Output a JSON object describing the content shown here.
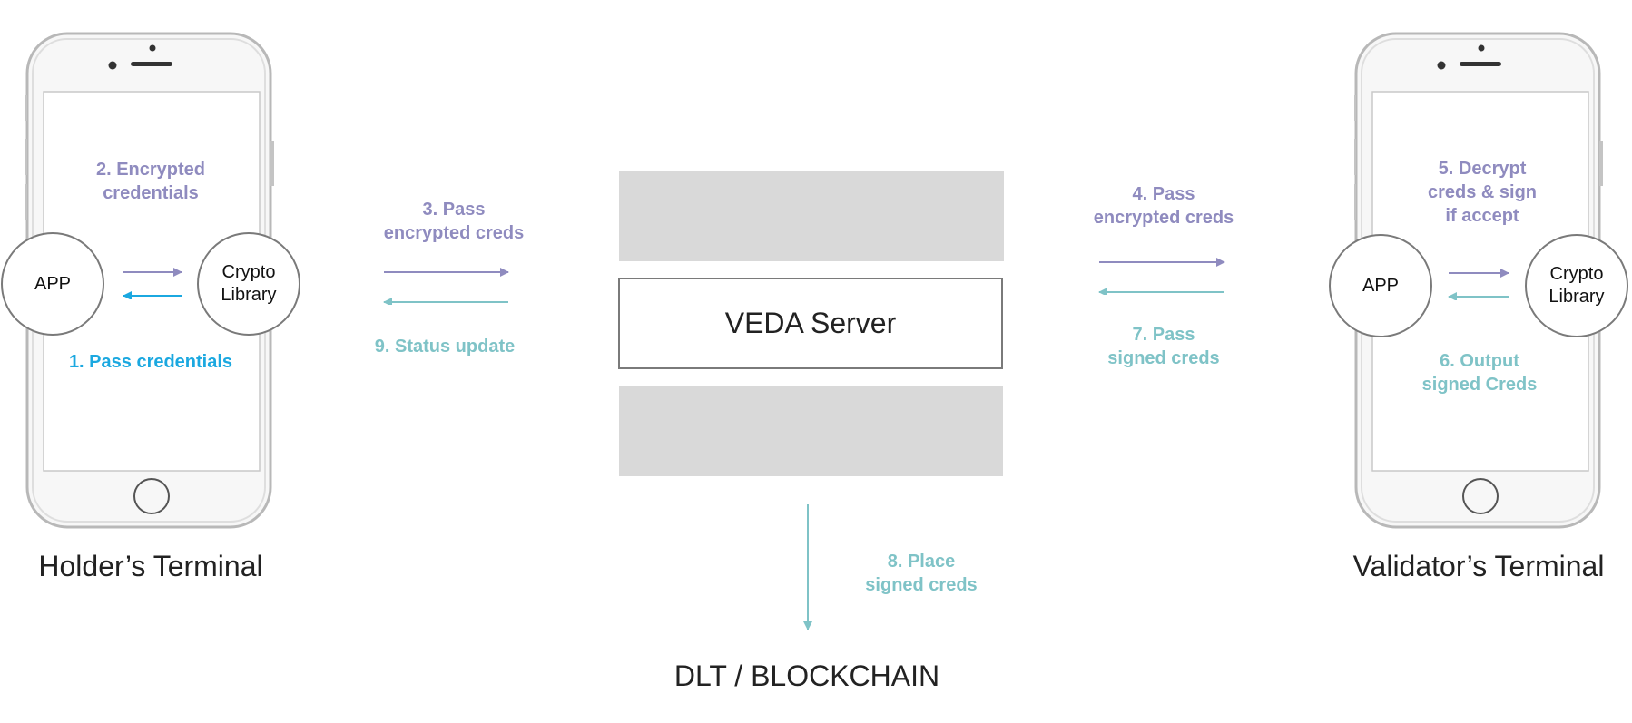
{
  "colors": {
    "purple": "#8f8bbf",
    "teal": "#7fc3c7",
    "blue": "#1ba8e0",
    "border": "#7a7a7a",
    "server_bar": "#d9d9d9"
  },
  "holder": {
    "app_label": "APP",
    "crypto_label": "Crypto\nLibrary",
    "step_encrypted": "2. Encrypted\ncredentials",
    "step_pass": "1. Pass credentials",
    "terminal_label": "Holder’s Terminal"
  },
  "left_link": {
    "step_pass_encrypted": "3. Pass\nencrypted creds",
    "step_status": "9. Status update"
  },
  "server": {
    "label": "VEDA Server"
  },
  "right_link": {
    "step_pass_encrypted": "4. Pass\nencrypted creds",
    "step_pass_signed": "7. Pass\nsigned creds"
  },
  "validator": {
    "app_label": "APP",
    "crypto_label": "Crypto\nLibrary",
    "step_decrypt": "5. Decrypt\ncreds & sign\nif accept",
    "step_output": "6. Output\nsigned Creds",
    "terminal_label": "Validator’s Terminal"
  },
  "ledger": {
    "step_place": "8. Place\nsigned creds",
    "label": "DLT / BLOCKCHAIN"
  }
}
